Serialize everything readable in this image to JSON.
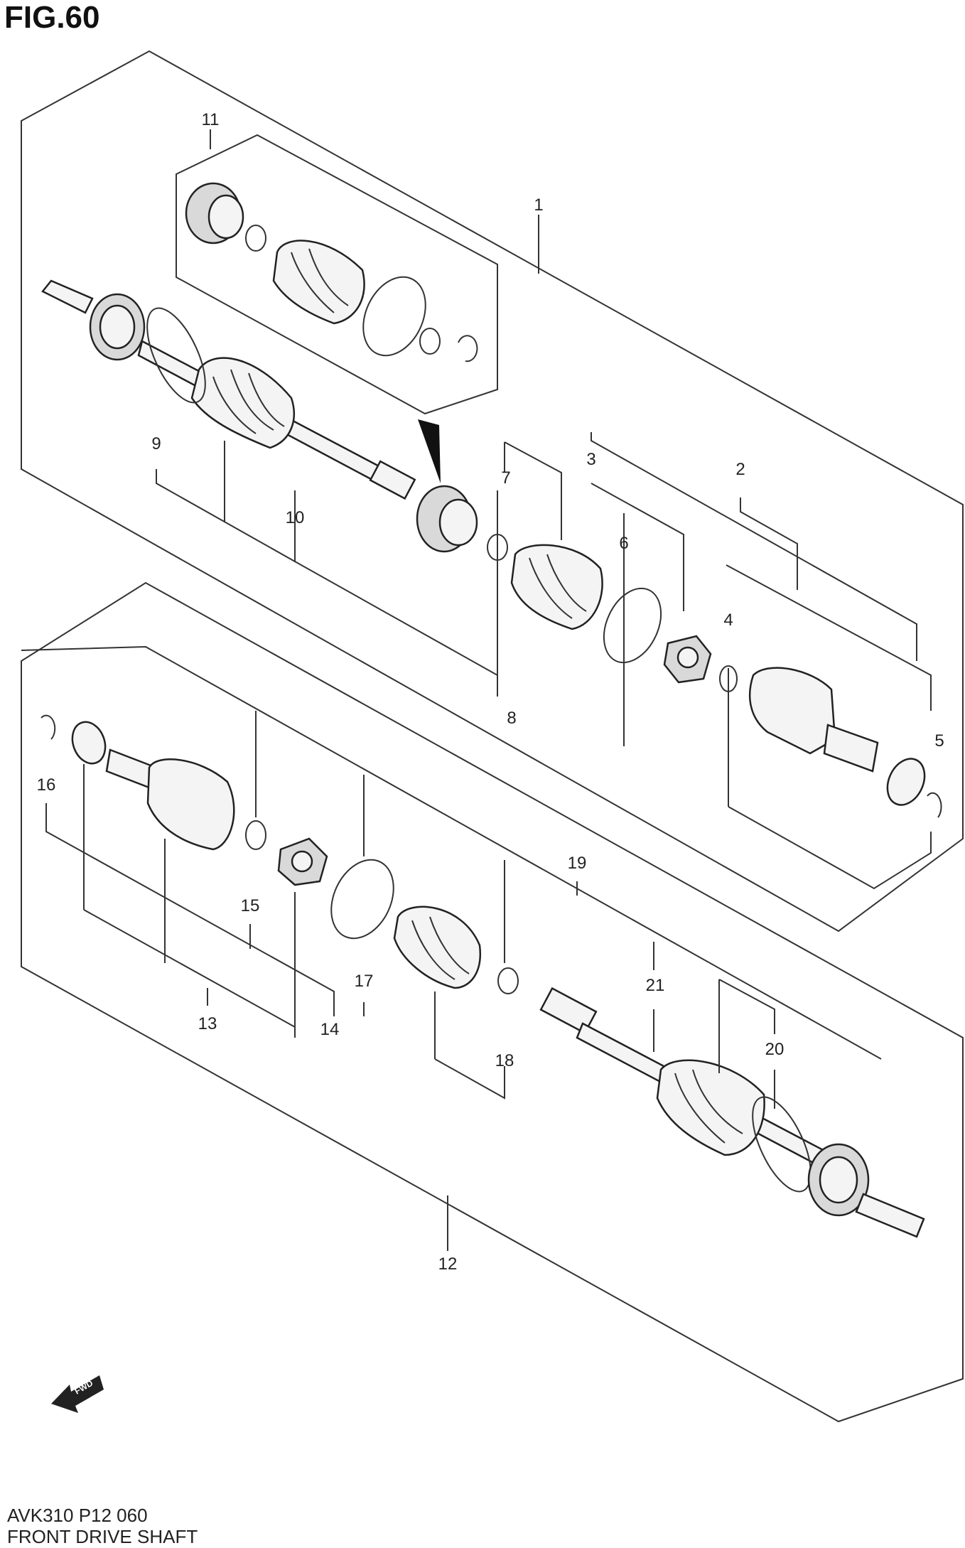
{
  "figure": {
    "title": "FIG.60",
    "code": "AVK310 P12 060",
    "caption": "FRONT DRIVE SHAFT",
    "forward_label": "FWD",
    "forward_icon": "forward-arrow-icon"
  },
  "callouts": [
    "1",
    "2",
    "3",
    "4",
    "5",
    "6",
    "7",
    "8",
    "9",
    "10",
    "11",
    "12",
    "13",
    "14",
    "15",
    "16",
    "17",
    "18",
    "19",
    "20",
    "21"
  ]
}
